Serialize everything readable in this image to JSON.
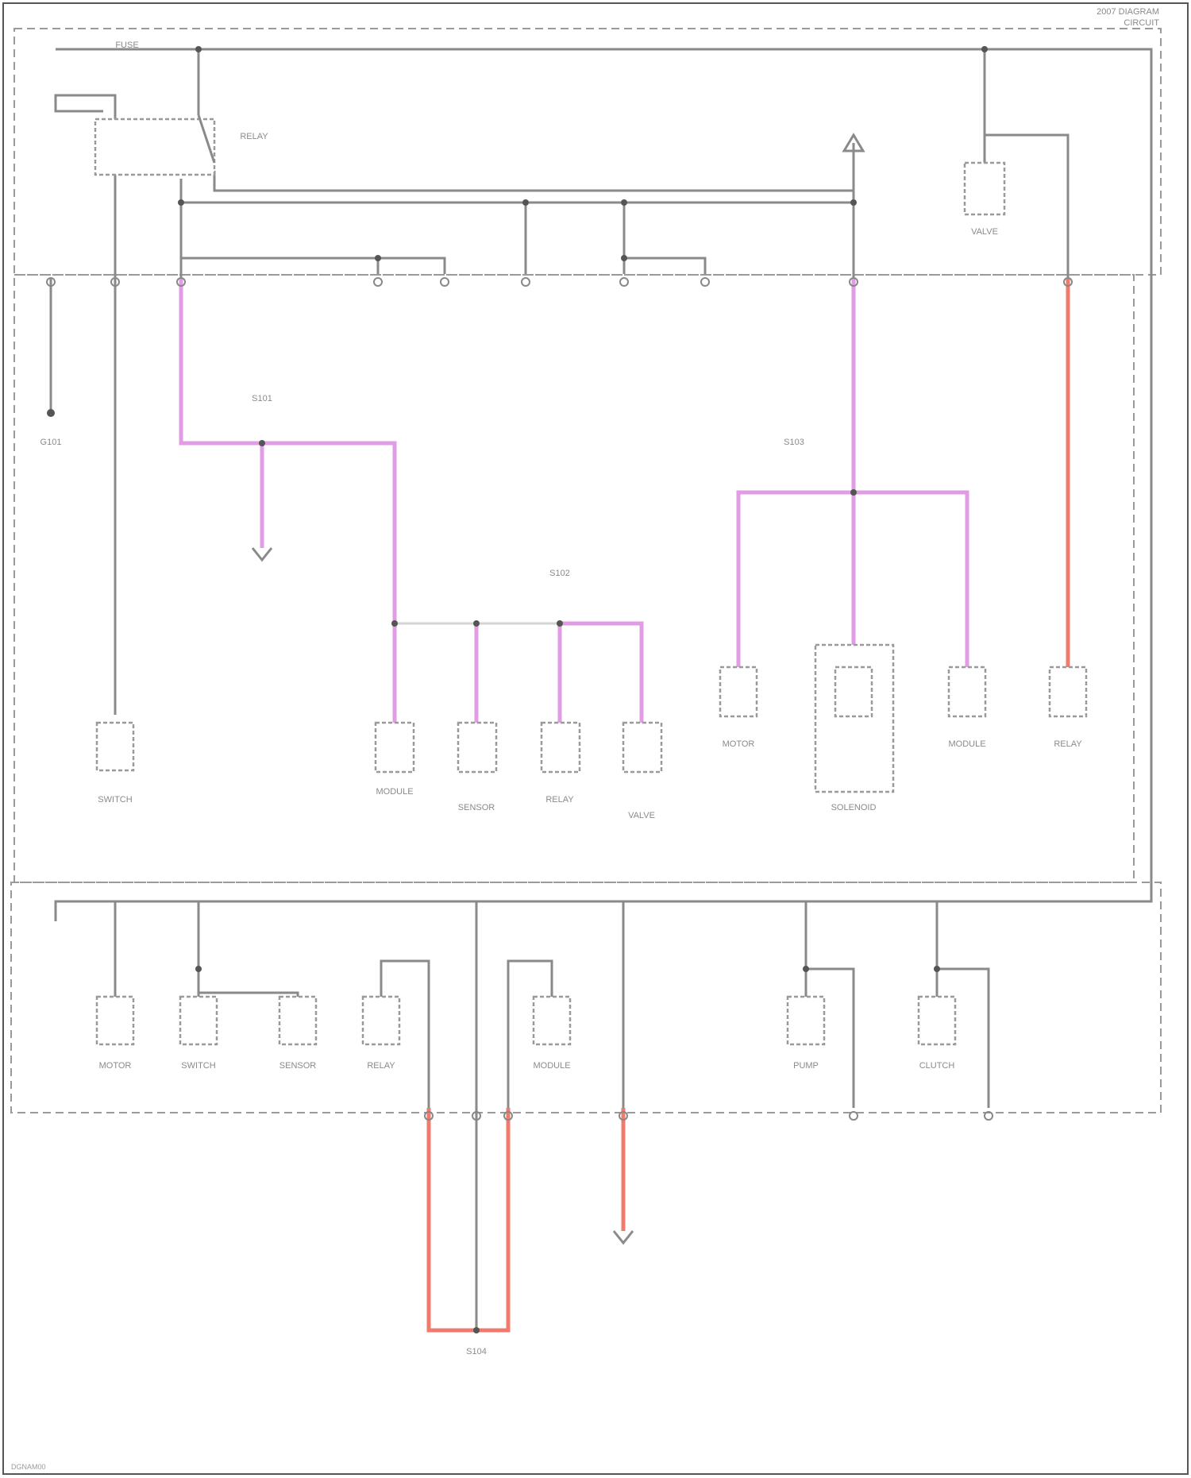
{
  "header": {
    "title_line1": "2007 DIAGRAM",
    "title_line2": "CIRCUIT"
  },
  "footer": {
    "code": "DGNAM00"
  },
  "colors": {
    "frame": "#555555",
    "wire_gray": "#8a8a8a",
    "wire_pink": "#e29be5",
    "wire_red": "#f07b6d",
    "text": "#8a8a8a"
  },
  "components": {
    "c1": "FUSE",
    "c2": "RELAY",
    "c3": "SWITCH",
    "c4": "MODULE",
    "c5": "SENSOR",
    "c6": "RELAY",
    "c7": "VALVE",
    "c8": "MOTOR",
    "c9": "SOLENOID",
    "c10": "MODULE",
    "c11": "RELAY",
    "c12": "MOTOR",
    "c13": "SWITCH",
    "c14": "SENSOR",
    "c15": "RELAY",
    "c16": "MODULE",
    "c17": "PUMP",
    "c18": "CLUTCH",
    "c19": "VALVE"
  },
  "splices": {
    "s1": "S101",
    "s2": "S102",
    "s3": "S103",
    "s4": "S104",
    "s5": "G101"
  }
}
